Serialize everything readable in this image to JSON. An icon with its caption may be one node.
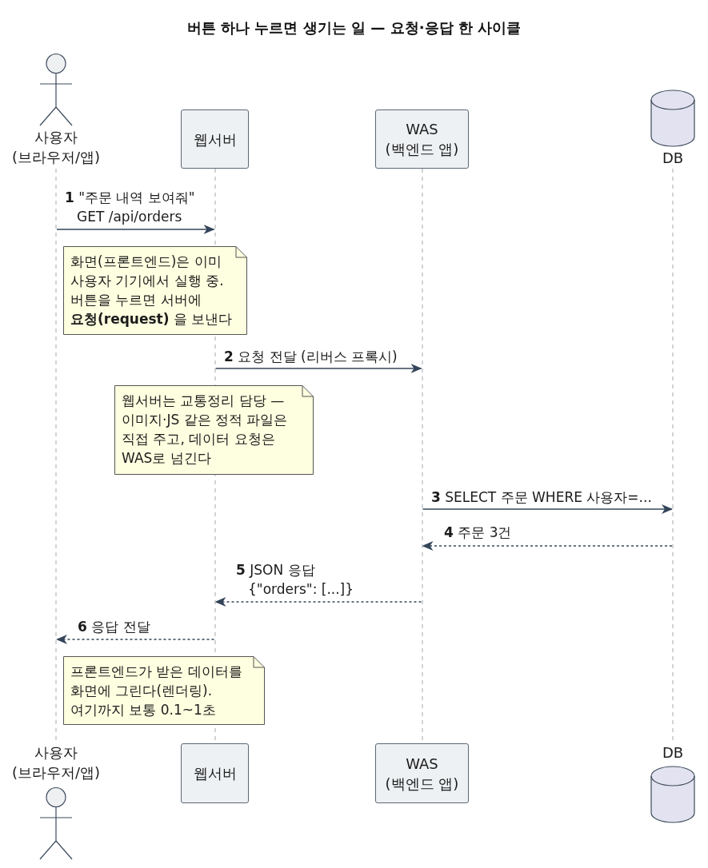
{
  "diagram": {
    "title": "버튼 하나 누르면 생기는 일 — 요청·응답 한 사이클",
    "nodes": [
      {
        "text": [
          "사용자 (브라우저/앱)"
        ]
      },
      {
        "text": [
          "웹서버"
        ]
      },
      {
        "text": [
          "WAS (백엔드 앱)"
        ]
      },
      {
        "text": [
          "DB"
        ]
      },
      {
        "text": [],
        "shape": "line"
      },
      {
        "text": [],
        "shape": "line"
      },
      {
        "text": [],
        "shape": "line"
      },
      {
        "text": [],
        "shape": "line"
      },
      {
        "text": [
          "화면(프론트엔드)은 이미 사용자 기기에서 실행 중. 버튼을 누르면 서버에 **요청(request)** 을 보낸다"
        ]
      },
      {
        "text": [
          "웹서버는 교통정리 담당 — 이미지·JS 같은 정적 파일은 직접 주고, 데이터 요청은 WAS로 넘긴다"
        ]
      },
      {
        "text": [
          "프론트엔드가 받은 데이터를 화면에 그린다(렌더링). 여기까지 보통 0.1~1초"
        ]
      },
      {
        "text": [
          "사용자 (브라우저/앱)"
        ]
      },
      {
        "text": [
          "웹서버"
        ]
      },
      {
        "text": [
          "WAS (백엔드 앱)"
        ]
      },
      {
        "text": [
          "DB"
        ]
      }
    ],
    "edges": [
      {
        "from": 4,
        "to": 5,
        "arrow": "to",
        "label": "**1** \"주문 내역 보여줘\" GET /api/orders"
      },
      {
        "from": 5,
        "to": 6,
        "arrow": "to",
        "label": "**2** 요청 전달 (리버스 프록시)"
      },
      {
        "from": 6,
        "to": 7,
        "arrow": "to",
        "label": "**3** SELECT 주문 WHERE 사용자=..."
      },
      {
        "from": 7,
        "to": 6,
        "arrow": "to",
        "label": "**4** 주문 3건",
        "style": "dashed"
      },
      {
        "from": 6,
        "to": 5,
        "arrow": "to",
        "label": "**5** JSON 응답 {\"orders\": [...]}",
        "style": "dashed"
      },
      {
        "from": 5,
        "to": 4,
        "arrow": "to",
        "label": "**6** 응답 전달",
        "style": "dashed"
      }
    ]
  }
}
